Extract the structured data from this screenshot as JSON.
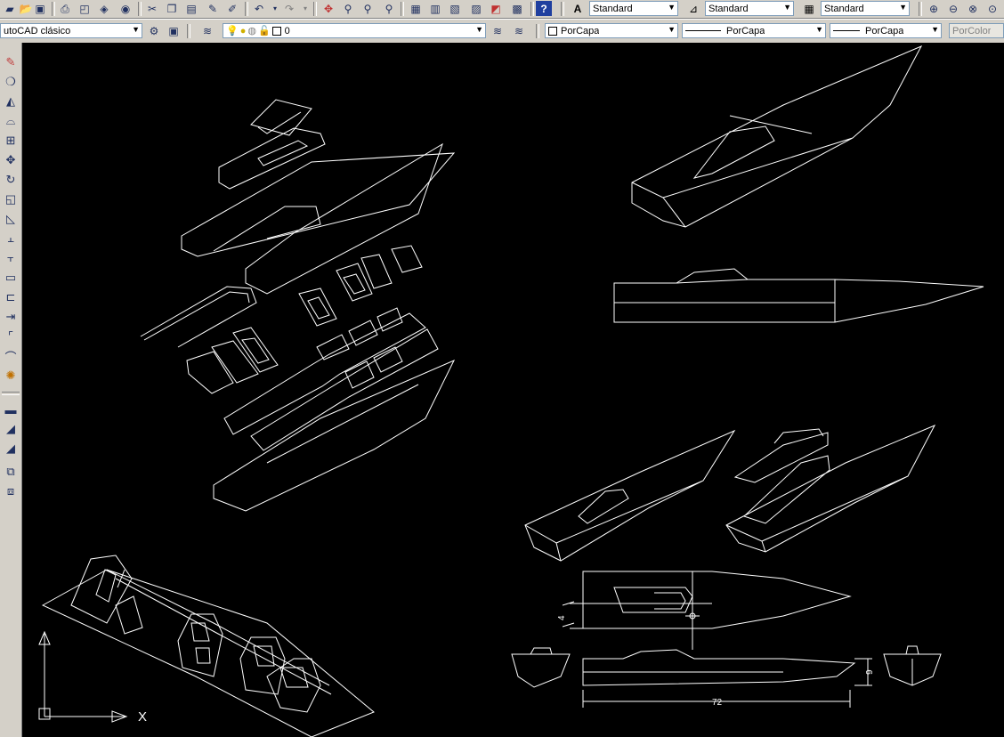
{
  "toolbar1": {
    "text_style": "Standard",
    "dim_style": "Standard",
    "table_style": "Standard"
  },
  "toolbar2": {
    "workspace": "utoCAD clásico",
    "layer": "0",
    "color": "PorCapa",
    "linetype": "PorCapa",
    "lineweight": "PorCapa",
    "plotstyle": "PorColor"
  },
  "drawing": {
    "dim_height_small": "4",
    "dim_height_side": "9",
    "dim_length": "72",
    "ucs_x": "X"
  },
  "icons": {
    "toolbar1": [
      "open-icon",
      "save-icon",
      "print-icon",
      "preview-icon",
      "publish-icon",
      "plot-icon",
      "cut-icon",
      "copy-icon",
      "paste-icon",
      "match-properties-icon",
      "block-editor-icon",
      "undo-icon",
      "redo-icon",
      "pan-icon",
      "zoom-realtime-icon",
      "zoom-window-icon",
      "zoom-previous-icon",
      "properties-icon",
      "designcenter-icon",
      "tool-palettes-icon",
      "sheet-set-icon",
      "markup-icon",
      "calculator-icon",
      "help-icon",
      "text-style-icon",
      "dim-style-icon",
      "table-style-icon",
      "zoom-in-icon",
      "zoom-out-icon",
      "zoom-all-icon",
      "zoom-extents-icon"
    ],
    "modify": [
      "erase-icon",
      "copy-object-icon",
      "mirror-icon",
      "offset-icon",
      "array-icon",
      "move-icon",
      "rotate-icon",
      "scale-icon",
      "stretch-icon",
      "trim-icon",
      "extend-icon",
      "break-icon",
      "join-icon",
      "chamfer-icon",
      "fillet-icon",
      "explode-icon",
      "dimension-icon",
      "dim-aligned-icon",
      "dim-baseline-icon",
      "dim-continue-icon",
      "dim-ordinate-icon"
    ]
  },
  "colors": {
    "ui_face": "#d4d0c8",
    "canvas": "#000000",
    "line": "#ffffff"
  }
}
